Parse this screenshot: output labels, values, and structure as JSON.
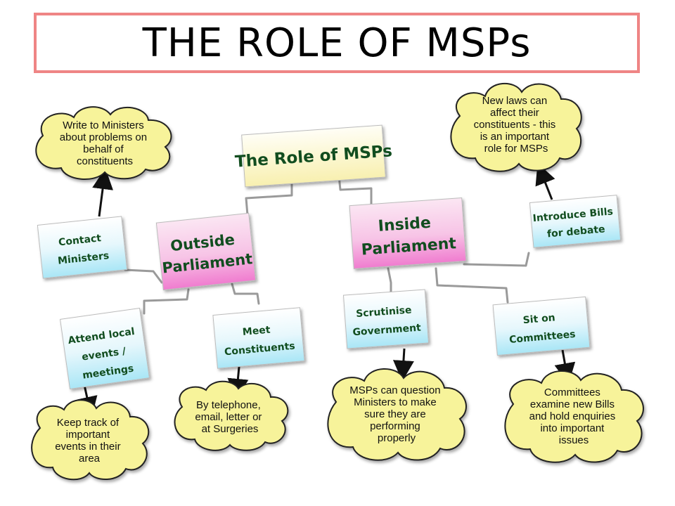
{
  "title": "THE ROLE OF MSPs",
  "colors": {
    "title_border": "#ef8585",
    "node_text": "#114d1f",
    "cloud_fill": "#f7f39a",
    "connector": "#5a5a5a",
    "pink_top": "#fbe6f3",
    "pink_bottom": "#f07ccf",
    "blue_top": "#ffffff",
    "blue_bottom": "#a9e6f6",
    "yellow_top": "#fffef6",
    "yellow_bottom": "#f8f0b0"
  },
  "nodes": {
    "root": {
      "label": "The Role of MSPs"
    },
    "outside": {
      "line1": "Outside",
      "line2": "Parliament"
    },
    "inside": {
      "line1": "Inside",
      "line2": "Parliament"
    },
    "contact": {
      "line1": "Contact",
      "line2": "Ministers"
    },
    "attend": {
      "line1": "Attend local",
      "line2": "events /",
      "line3": "meetings"
    },
    "meet": {
      "line1": "Meet",
      "line2": "Constituents"
    },
    "scrutinise": {
      "line1": "Scrutinise",
      "line2": "Government"
    },
    "sit": {
      "line1": "Sit on",
      "line2": "Committees"
    },
    "introduce": {
      "line1": "Introduce Bills",
      "line2": "for debate"
    }
  },
  "clouds": {
    "write": [
      "Write to Ministers",
      "about problems on",
      "behalf of",
      "constituents"
    ],
    "newlaws": [
      "New laws can",
      "affect their",
      "constituents - this",
      "is an important",
      "role for MSPs"
    ],
    "keep": [
      "Keep track of",
      "important",
      "events in their",
      "area"
    ],
    "tel": [
      "By telephone,",
      "email, letter or",
      "at Surgeries"
    ],
    "question": [
      "MSPs can question",
      "Ministers to make",
      "sure they are",
      "performing",
      "properly"
    ],
    "committees": [
      "Committees",
      "examine new Bills",
      "and hold enquiries",
      "into important",
      "issues"
    ]
  }
}
